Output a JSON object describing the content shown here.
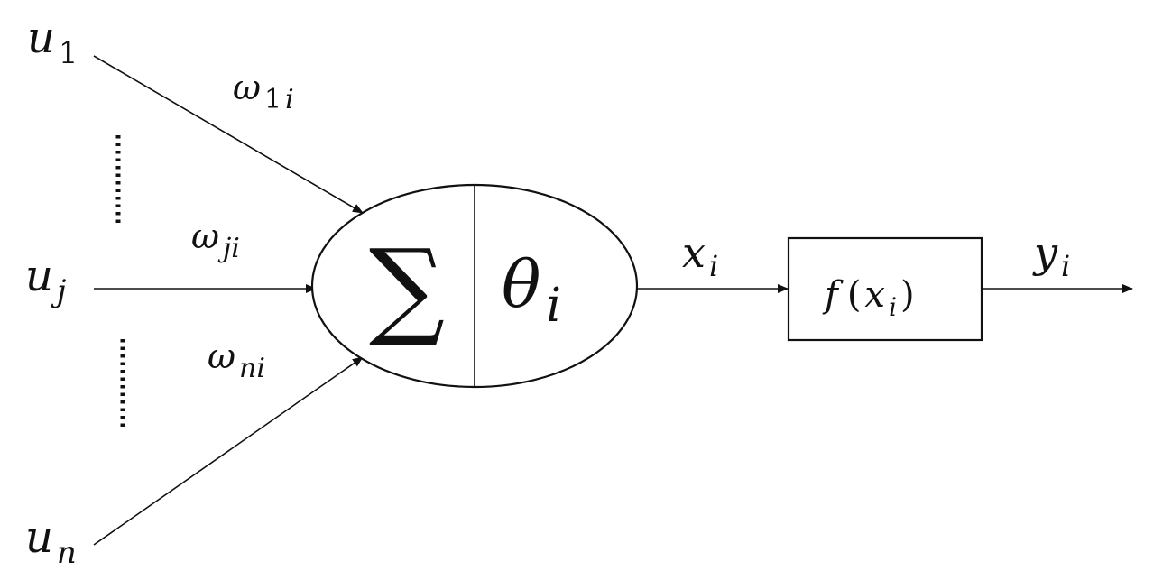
{
  "inputs": {
    "u1": {
      "symbol": "u",
      "sub": "1"
    },
    "uj": {
      "symbol": "u",
      "sub": "j"
    },
    "un": {
      "symbol": "u",
      "sub": "n"
    }
  },
  "weights": {
    "w1i": {
      "symbol": "ω",
      "sub_upright": "1",
      "sub_italic": "i"
    },
    "wji": {
      "symbol": "ω",
      "sub": "ji"
    },
    "wni": {
      "symbol": "ω",
      "sub": "ni"
    }
  },
  "neuron": {
    "sum_symbol": "∑",
    "threshold": {
      "symbol": "θ",
      "sub": "i"
    }
  },
  "net_input": {
    "symbol": "x",
    "sub": "i"
  },
  "activation": {
    "func": "f",
    "open_paren": "(",
    "arg": "x",
    "arg_sub": "i",
    "close_paren": ")"
  },
  "output": {
    "symbol": "y",
    "sub": "i"
  }
}
